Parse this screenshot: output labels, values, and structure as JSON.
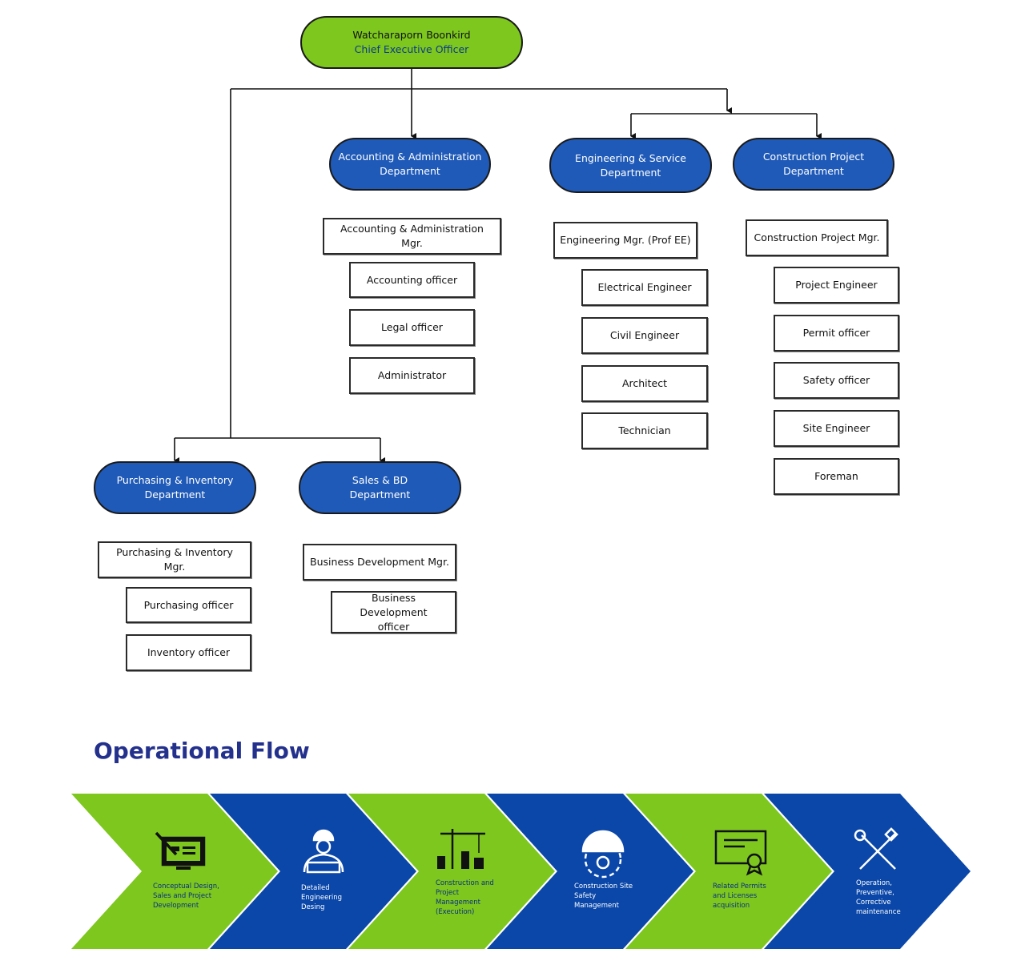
{
  "ceo": {
    "name": "Watcharaporn Boonkird",
    "title": "Chief Executive Officer"
  },
  "departments": {
    "accounting": {
      "label": "Accounting & Administration\nDepartment",
      "manager": "Accounting & Administration Mgr.",
      "roles": [
        "Accounting officer",
        "Legal officer",
        "Administrator"
      ]
    },
    "engineering": {
      "label": "Engineering & Service\nDepartment",
      "manager": "Engineering Mgr. (Prof EE)",
      "roles": [
        "Electrical Engineer",
        "Civil Engineer",
        "Architect",
        "Technician"
      ]
    },
    "construction": {
      "label": "Construction Project\nDepartment",
      "manager": "Construction Project Mgr.",
      "roles": [
        "Project Engineer",
        "Permit officer",
        "Safety officer",
        "Site Engineer",
        "Foreman"
      ]
    },
    "purchasing": {
      "label": "Purchasing & Inventory\nDepartment",
      "manager": "Purchasing & Inventory Mgr.",
      "roles": [
        "Purchasing officer",
        "Inventory officer"
      ]
    },
    "sales": {
      "label": "Sales &  BD\nDepartment",
      "manager": "Business Development Mgr.",
      "roles": [
        "Business Development\nofficer"
      ]
    }
  },
  "flow": {
    "title": "Operational Flow",
    "steps": [
      {
        "label": "Conceptual Design,\nSales and Project\nDevelopment",
        "icon": "design-monitor-icon",
        "color": "#7dc71f"
      },
      {
        "label": "Detailed\nEngineering\nDesing",
        "icon": "engineer-icon",
        "color": "#0a47a9"
      },
      {
        "label": "Construction and\nProject\nManagement\n(Execution)",
        "icon": "crane-icon",
        "color": "#7dc71f"
      },
      {
        "label": "Construction Site\nSafety\nManagement",
        "icon": "safety-helmet-gear-icon",
        "color": "#0a47a9"
      },
      {
        "label": "Related Permits\nand Licenses\nacquisition",
        "icon": "certificate-icon",
        "color": "#7dc71f"
      },
      {
        "label": "Operation,\nPreventive,\nCorrective\nmaintenance",
        "icon": "tools-icon",
        "color": "#0a47a9"
      }
    ]
  },
  "colors": {
    "green": "#7dc71f",
    "blue": "#1f5ab8",
    "flow_blue": "#0a47a9",
    "title": "#23318c"
  }
}
